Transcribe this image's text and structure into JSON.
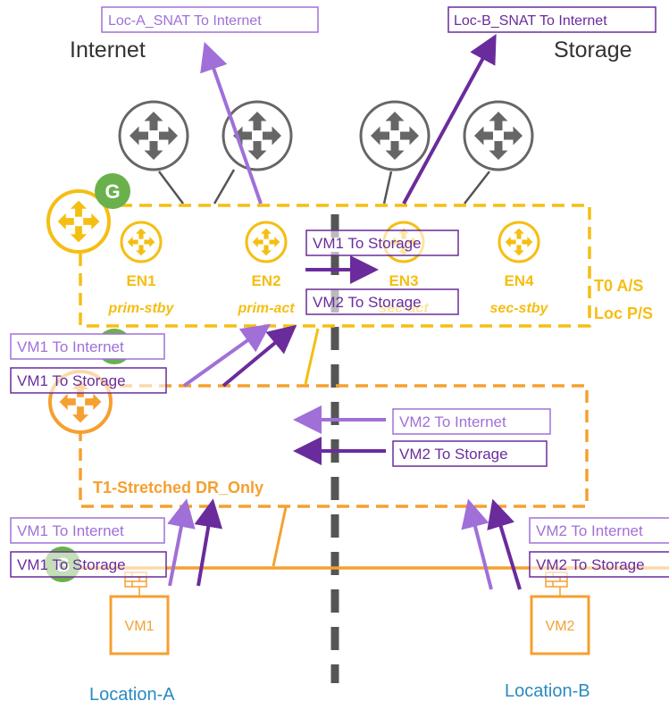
{
  "top": {
    "internet": "Internet",
    "storage": "Storage"
  },
  "flows": {
    "loc_a_snat": "Loc-A_SNAT To Internet",
    "loc_b_snat": "Loc-B_SNAT To Internet",
    "t0_vm1_storage": "VM1 To Storage",
    "t0_vm2_storage": "VM2 To Storage",
    "t1_vm1_internet": "VM1 To Internet",
    "t1_vm1_storage": "VM1 To Storage",
    "t1_vm2_internet": "VM2 To Internet",
    "t1_vm2_storage": "VM2 To Storage",
    "seg_vm1_internet": "VM1 To Internet",
    "seg_vm1_storage": "VM1 To Storage",
    "seg_vm2_internet": "VM2 To Internet",
    "seg_vm2_storage": "VM2 To Storage"
  },
  "t0": {
    "label1": "T0 A/S",
    "label2": "Loc P/S",
    "edges": [
      {
        "name": "EN1",
        "role": "prim-stby"
      },
      {
        "name": "EN2",
        "role": "prim-act"
      },
      {
        "name": "EN3",
        "role": "sec-act"
      },
      {
        "name": "EN4",
        "role": "sec-stby"
      }
    ]
  },
  "t1": {
    "label": "T1-Stretched DR_Only"
  },
  "vms": {
    "vm1": "VM1",
    "vm2": "VM2"
  },
  "locations": {
    "a": "Location-A",
    "b": "Location-B"
  },
  "badge": "G",
  "colors": {
    "t0": "#F5BE12",
    "t1": "#F5A030",
    "purple_light": "#A070D8",
    "purple_dark": "#6A2C9C",
    "gray": "#666666",
    "green": "#6AB04C",
    "blue": "#2A8AC0"
  }
}
